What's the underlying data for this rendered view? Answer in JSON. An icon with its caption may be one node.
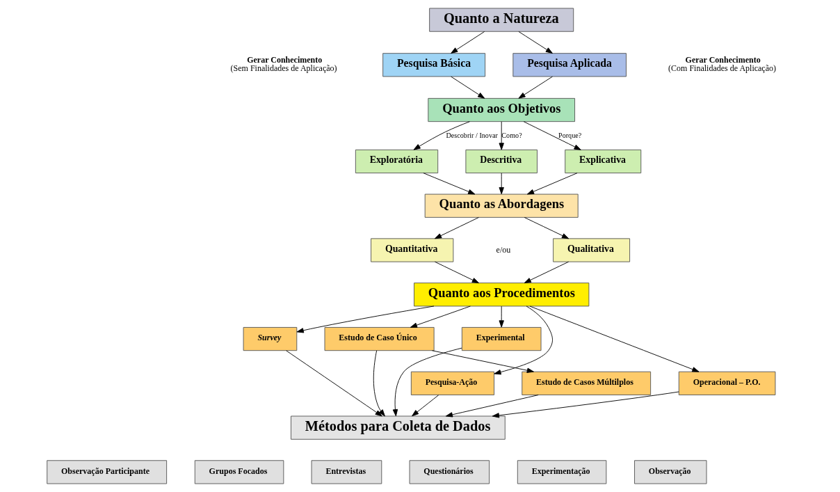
{
  "diagram": {
    "nodes": [
      {
        "text": [
          "Quanto a Natureza"
        ]
      },
      {
        "text": [
          "Pesquisa Básica"
        ],
        "beside": [
          "Gerar Conhecimento",
          "(Sem Finalidades de Aplicação)"
        ]
      },
      {
        "text": [
          "Pesquisa Aplicada"
        ],
        "beside": [
          "Gerar Conhecimento",
          "(Com Finalidades de Aplicação)"
        ]
      },
      {
        "text": [
          "Quanto aos Objetivos"
        ]
      },
      {
        "text": [
          "Exploratória"
        ]
      },
      {
        "text": [
          "Descritiva"
        ]
      },
      {
        "text": [
          "Explicativa"
        ]
      },
      {
        "text": [
          "Quanto as Abordagens"
        ]
      },
      {
        "text": [
          "Quantitativa"
        ]
      },
      {
        "text": [
          "Qualitativa"
        ]
      },
      {
        "text": [
          "Quanto aos Procedimentos"
        ]
      },
      {
        "text": [
          "Survey"
        ]
      },
      {
        "text": [
          "Estudo de Caso Único"
        ]
      },
      {
        "text": [
          "Experimental"
        ]
      },
      {
        "text": [
          "Pesquisa-Ação"
        ]
      },
      {
        "text": [
          "Estudo de Casos Múltilplos"
        ]
      },
      {
        "text": [
          "Operacional – P.O."
        ]
      },
      {
        "text": [
          "Métodos para Coleta de Dados"
        ]
      },
      {
        "text": [
          "Observação Participante"
        ]
      },
      {
        "text": [
          "Grupos Focados"
        ]
      },
      {
        "text": [
          "Entrevistas"
        ]
      },
      {
        "text": [
          "Questionários"
        ]
      },
      {
        "text": [
          "Experimentação"
        ]
      },
      {
        "text": [
          "Observação"
        ]
      }
    ],
    "edges": [
      {
        "from": 0,
        "to": 1,
        "arrow": "to"
      },
      {
        "from": 0,
        "to": 2,
        "arrow": "to"
      },
      {
        "from": 1,
        "to": 3,
        "arrow": "to"
      },
      {
        "from": 2,
        "to": 3,
        "arrow": "to"
      },
      {
        "from": 3,
        "to": 4,
        "arrow": "to",
        "label": "Descobrir / Inovar"
      },
      {
        "from": 3,
        "to": 5,
        "arrow": "to",
        "label": "Como?"
      },
      {
        "from": 3,
        "to": 6,
        "arrow": "to",
        "label": "Porque?"
      },
      {
        "from": 4,
        "to": 7,
        "arrow": "to"
      },
      {
        "from": 5,
        "to": 7,
        "arrow": "to"
      },
      {
        "from": 6,
        "to": 7,
        "arrow": "to"
      },
      {
        "from": 7,
        "to": 8,
        "arrow": "to"
      },
      {
        "from": 7,
        "to": 9,
        "arrow": "to"
      },
      {
        "from": 8,
        "to": 10,
        "arrow": "to"
      },
      {
        "from": 9,
        "to": 10,
        "arrow": "to"
      },
      {
        "from": 10,
        "to": 11,
        "arrow": "to"
      },
      {
        "from": 10,
        "to": 14,
        "arrow": "to"
      },
      {
        "from": 10,
        "to": 12,
        "arrow": "to"
      },
      {
        "from": 10,
        "to": 16,
        "arrow": "to"
      },
      {
        "from": 10,
        "to": 13,
        "arrow": "to"
      },
      {
        "from": 12,
        "to": 15,
        "arrow": "to"
      },
      {
        "from": 11,
        "to": 17,
        "arrow": "to"
      },
      {
        "from": 14,
        "to": 17,
        "arrow": "to"
      },
      {
        "from": 15,
        "to": 17,
        "arrow": "to"
      },
      {
        "from": 12,
        "to": 17,
        "arrow": "to"
      },
      {
        "from": 16,
        "to": 17,
        "arrow": "to"
      },
      {
        "from": 13,
        "to": 17,
        "arrow": "to"
      }
    ],
    "labels": [
      "e/ou"
    ]
  }
}
